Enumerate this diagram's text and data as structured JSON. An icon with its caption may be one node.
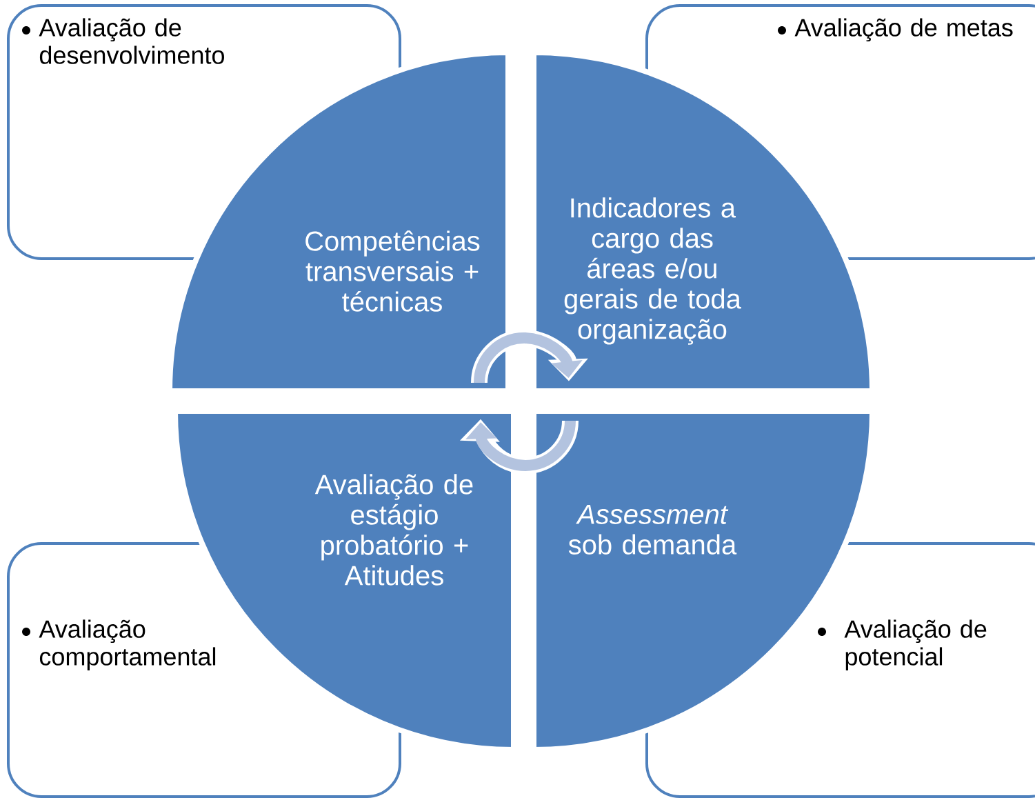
{
  "diagram": {
    "nodes": [
      {
        "text": [
          "Avaliação de desenvolvimento"
        ]
      },
      {
        "text": [
          "Avaliação de metas"
        ]
      },
      {
        "text": [
          "Competências transversais + técnicas"
        ]
      },
      {
        "text": [
          "Indicadores a cargo das áreas e/ou gerais de toda organização"
        ]
      },
      {
        "text": [
          "Avaliação de estágio probatório + Atitudes"
        ]
      },
      {
        "text": [
          "*Assessment* sob demanda"
        ]
      },
      {
        "text": [
          "Avaliação comportamental"
        ]
      },
      {
        "text": [
          "Avaliação de potencial"
        ]
      }
    ],
    "edges": [
      {
        "from": 2,
        "to": 3,
        "arrow": "to"
      },
      {
        "from": 5,
        "to": 4,
        "arrow": "to"
      }
    ]
  }
}
